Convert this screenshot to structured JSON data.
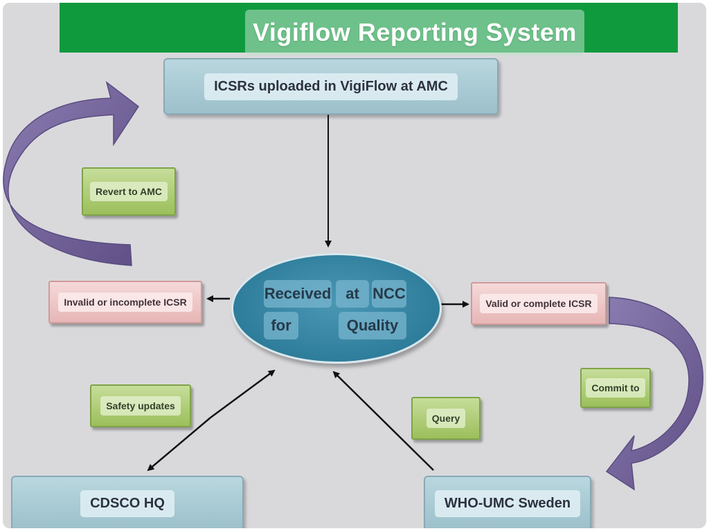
{
  "title": "Vigiflow Reporting System",
  "nodes": {
    "top": "ICSRs uploaded in VigiFlow at AMC",
    "center_line1_a": "Received",
    "center_line1_b": "at",
    "center_line1_c": "NCC",
    "center_line2_a": "for",
    "center_line2_b": "Quality",
    "invalid": "Invalid or incomplete ICSR",
    "valid": "Valid or complete ICSR",
    "cdsco": "CDSCO HQ",
    "who": "WHO-UMC Sweden"
  },
  "labels": {
    "revert": "Revert to AMC",
    "safety": "Safety updates",
    "query": "Query",
    "commit": "Commit to"
  },
  "colors": {
    "banner": "#0f9a3e",
    "curved_arrow": "#7b6a9e",
    "ellipse": "#2e7d9b"
  }
}
